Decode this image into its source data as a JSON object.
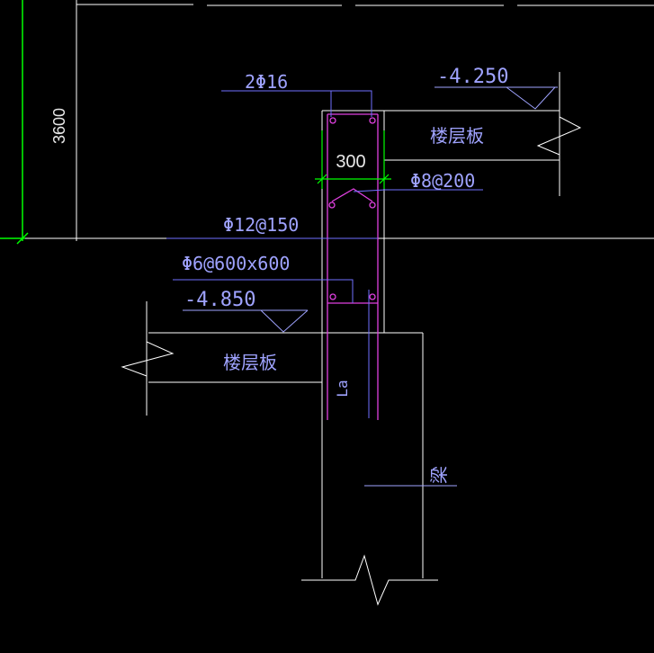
{
  "drawing": {
    "dimensions": {
      "height_3600": "3600",
      "width_300": "300"
    },
    "elevations": {
      "top": "-4.250",
      "bottom": "-4.850"
    },
    "rebar": {
      "top_bars": "2Φ16",
      "stirrups": "Φ8@200",
      "vertical_bars": "Φ12@150",
      "ties": "Φ6@600x600"
    },
    "labels": {
      "floor_slab_upper": "楼层板",
      "floor_slab_lower": "楼层板",
      "anchorage_length": "La",
      "beam": "梁"
    },
    "colors": {
      "background": "#000000",
      "outline": "#ffffff",
      "rebar": "#e040e0",
      "dimension": "#00ff00",
      "annotation": "#9fa3ff",
      "leader": "#7070ff"
    }
  }
}
